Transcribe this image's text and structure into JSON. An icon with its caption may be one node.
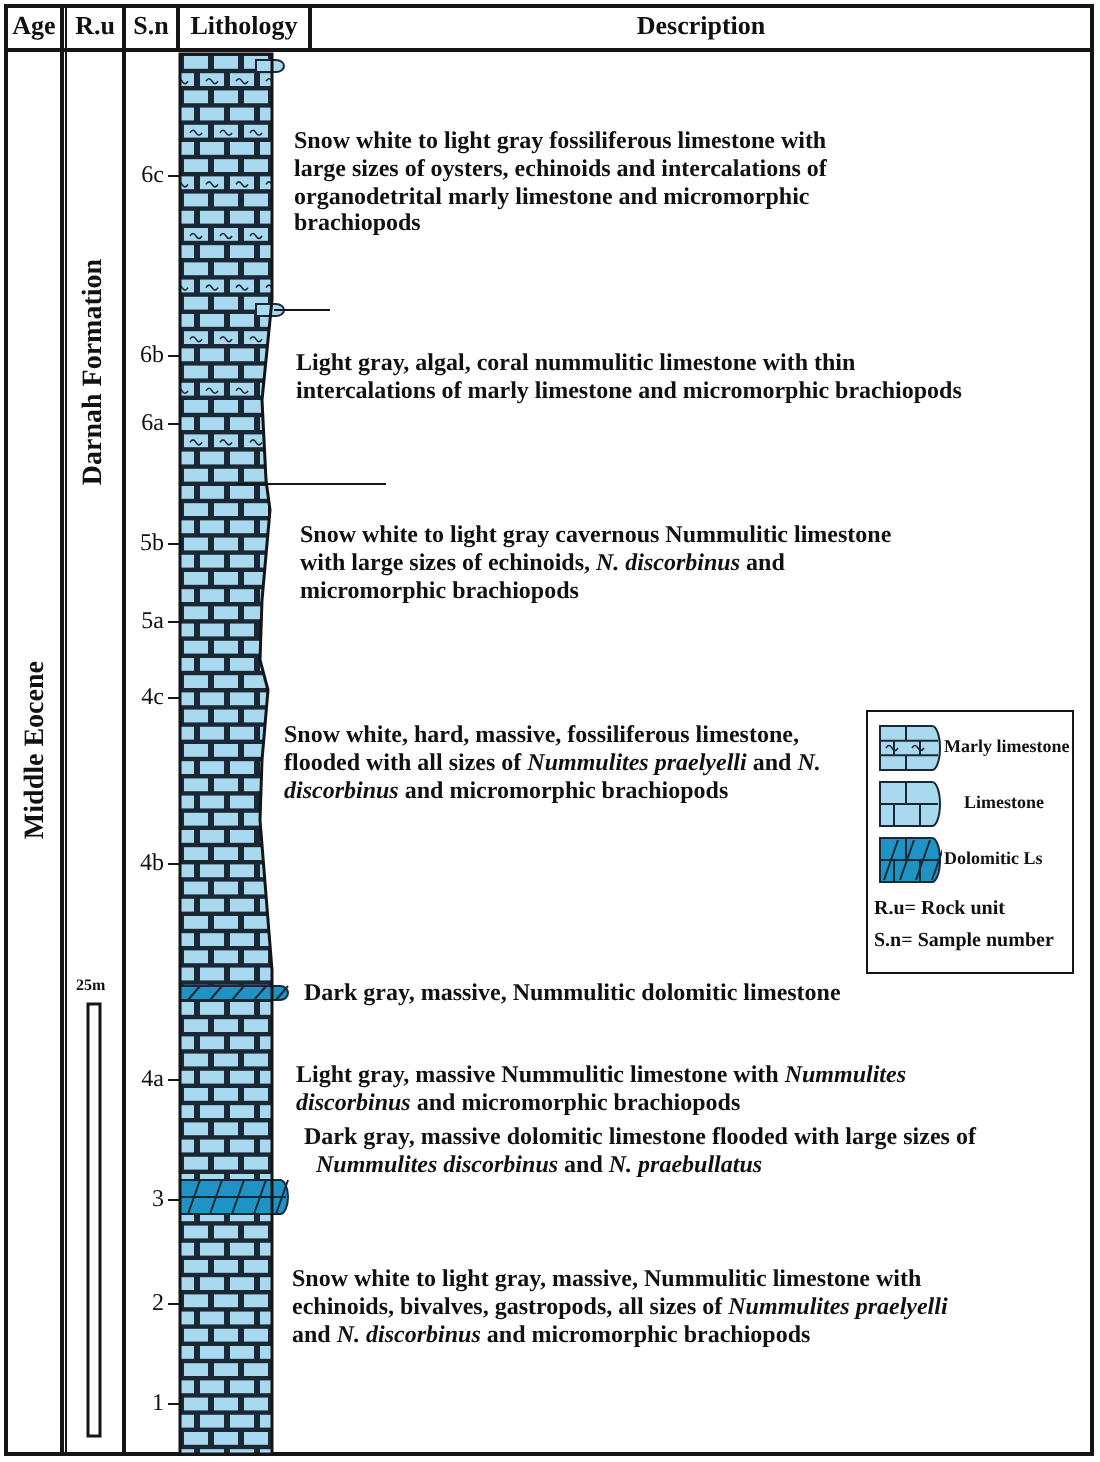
{
  "diagram": {
    "labels": [
      "Age",
      "R.u",
      "S.n",
      "Lithology",
      "Description",
      "Middle Eocene",
      "Darnah Formation",
      "6c",
      "Snow white to light gray fossiliferous limestone with large sizes of oysters, echinoids and intercalations of organodetrital marly limestone and micromorphic brachiopods",
      "6b",
      "Light gray, algal, coral nummulitic limestone with thin intercalations of marly limestone and micromorphic brachiopods",
      "6a",
      "5b",
      "Snow white to light gray cavernous Nummulitic limestone with large sizes of echinoids, *N. discorbinus* and micromorphic brachiopods",
      "5a",
      "4c",
      "Snow white, hard, massive, fossiliferous limestone, flooded with all sizes of *Nummulites praelyelli* and *N. discorbinus* and micromorphic brachiopods",
      "4b",
      "25m",
      "Dark gray, massive, Nummulitic dolomitic limestone",
      "4a",
      "Light gray, massive Nummulitic limestone with *Nummulites discorbinus* and micromorphic brachiopods",
      "3",
      "Dark gray, massive dolomitic limestone flooded with large sizes of *Nummulites discorbinus* and *N. praebullatus*",
      "2",
      "Snow white to light gray, massive, Nummulitic limestone with echinoids, bivalves, gastropods, all sizes of *Nummulites praelyelli* and *N. discorbinus* and micromorphic brachiopods",
      "1"
    ],
    "legend": [
      {
        "text": "Marly limestone"
      },
      {
        "text": "Limestone"
      },
      {
        "text": "Dolomitic Ls"
      },
      {
        "text": "R.u= Rock unit"
      },
      {
        "text": "S.n= Sample number"
      }
    ]
  }
}
